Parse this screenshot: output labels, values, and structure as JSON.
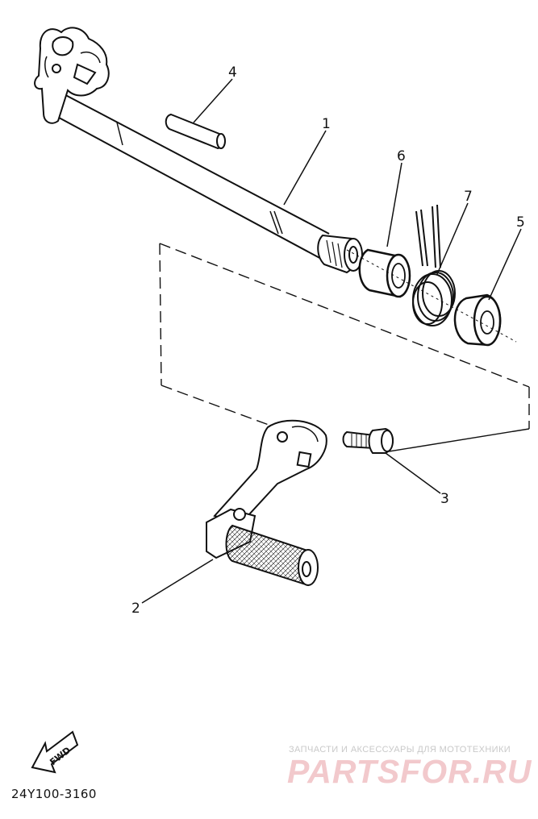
{
  "callouts": {
    "shift_shaft": "1",
    "shift_pedal": "2",
    "bolt": "3",
    "pin": "4",
    "collar": "5",
    "bushing": "6",
    "spring": "7"
  },
  "fwd_label": "FWD",
  "diagram_code": "24Y100-3160",
  "watermark": {
    "tagline": "ЗАПЧАСТИ И АКСЕССУАРЫ ДЛЯ МОТОТЕХНИКИ",
    "brand": "PARTSFOR.RU",
    "color": "#e8a7ad"
  },
  "line_color": "#111111"
}
